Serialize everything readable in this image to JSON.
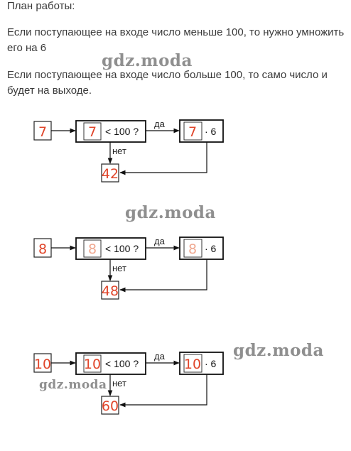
{
  "text": {
    "title": "План работы:",
    "rule_less": "Если поступающее на входе число меньше 100, то нужно умножить его на 6",
    "rule_more": "Если поступающее на входе число больше 100, то само число и будет на выходе."
  },
  "watermark": "gdz.moda",
  "labels": {
    "condition": "< 100 ?",
    "yes": "да",
    "no": "нет",
    "multiply": "· 6"
  },
  "colors": {
    "digit_red": "#e0452a",
    "digit_pale": "#f0a890",
    "line": "#111111"
  },
  "diagrams": [
    {
      "input": "7",
      "output": "42"
    },
    {
      "input": "8",
      "output": "48"
    },
    {
      "input": "10",
      "output": "60"
    }
  ]
}
